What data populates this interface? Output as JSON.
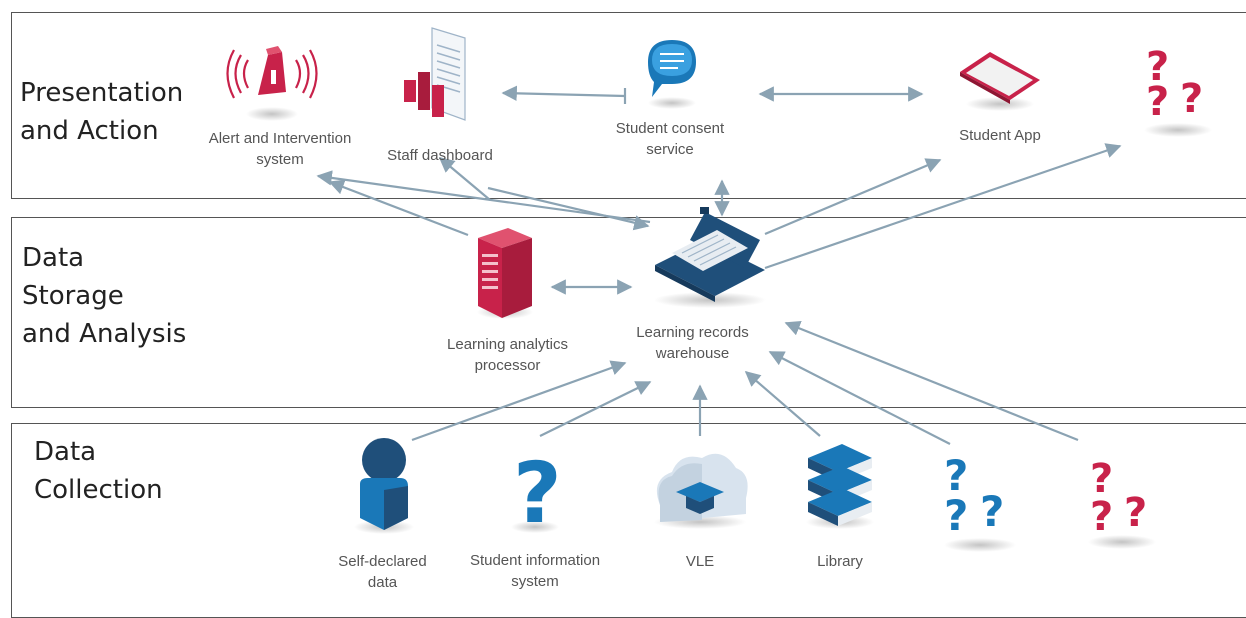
{
  "layers": {
    "presentation": "Presentation\nand Action",
    "storage": "Data\nStorage\nand Analysis",
    "collection": "Data\nCollection"
  },
  "nodes": {
    "alert": "Alert and Intervention\nsystem",
    "dashboard": "Staff dashboard",
    "consent": "Student consent\nservice",
    "app": "Student App",
    "processor": "Learning analytics\nprocessor",
    "warehouse": "Learning records\nwarehouse",
    "self_declared": "Self-declared\ndata",
    "sis": "Student information\nsystem",
    "vle": "VLE",
    "library": "Library"
  },
  "colors": {
    "red": "#c8224a",
    "blue": "#1a78b8",
    "navy": "#1f4f7a",
    "arrow": "#8ba3b3",
    "border": "#555555"
  },
  "icons": {
    "alert": "alert-beacon-icon",
    "dashboard": "dashboard-document-icon",
    "consent": "speech-bubble-icon",
    "app": "tablet-icon",
    "presentation_unknown": "red-question-marks-icon",
    "processor": "server-rack-icon",
    "warehouse": "briefcase-laptop-icon",
    "self_declared": "person-icon",
    "sis": "blue-question-mark-icon",
    "vle": "cloud-graduation-cap-icon",
    "library": "book-stack-icon",
    "collection_unknown_blue": "blue-question-marks-icon",
    "collection_unknown_red": "red-question-marks-icon"
  }
}
